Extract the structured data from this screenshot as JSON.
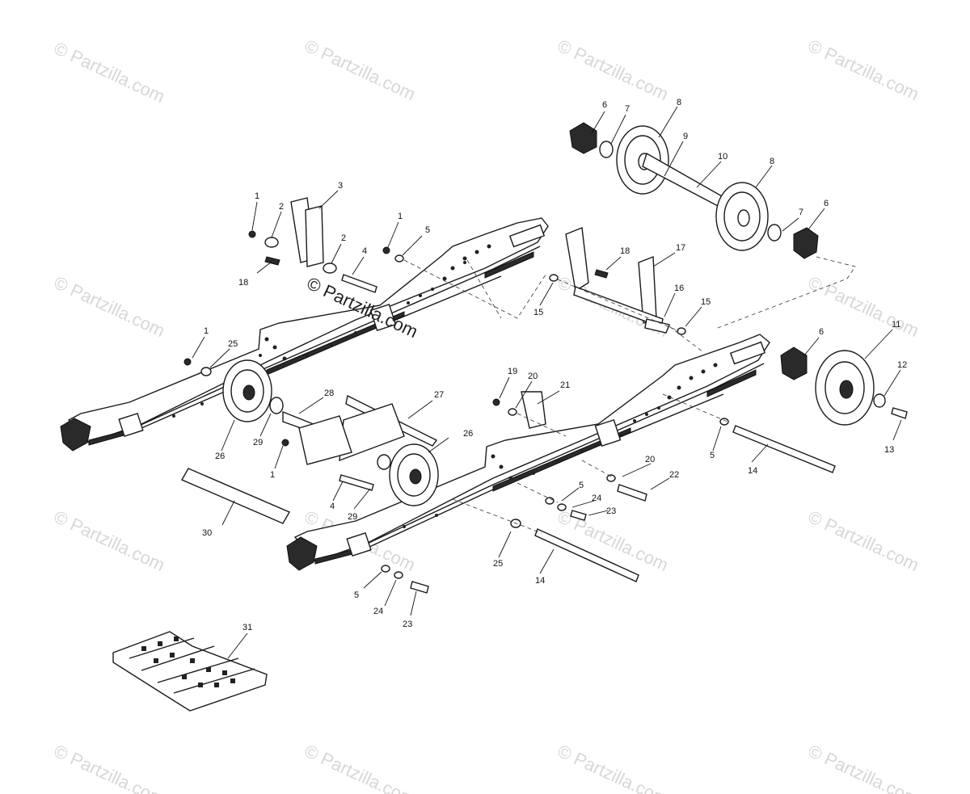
{
  "watermarks": {
    "faint": "© Partzilla.com",
    "prominent": "© Partzilla.com"
  },
  "callouts": [
    {
      "id": "c1a",
      "text": "1"
    },
    {
      "id": "c2a",
      "text": "2"
    },
    {
      "id": "c3",
      "text": "3"
    },
    {
      "id": "c18a",
      "text": "18"
    },
    {
      "id": "c2b",
      "text": "2"
    },
    {
      "id": "c4a",
      "text": "4"
    },
    {
      "id": "c1b",
      "text": "1"
    },
    {
      "id": "c5a",
      "text": "5"
    },
    {
      "id": "c6a",
      "text": "6"
    },
    {
      "id": "c7a",
      "text": "7"
    },
    {
      "id": "c8a",
      "text": "8"
    },
    {
      "id": "c9",
      "text": "9"
    },
    {
      "id": "c10",
      "text": "10"
    },
    {
      "id": "c8b",
      "text": "8"
    },
    {
      "id": "c7b",
      "text": "7"
    },
    {
      "id": "c6b",
      "text": "6"
    },
    {
      "id": "c18b",
      "text": "18"
    },
    {
      "id": "c17",
      "text": "17"
    },
    {
      "id": "c16",
      "text": "16"
    },
    {
      "id": "c15a",
      "text": "15"
    },
    {
      "id": "c15b",
      "text": "15"
    },
    {
      "id": "c1c",
      "text": "1"
    },
    {
      "id": "c25a",
      "text": "25"
    },
    {
      "id": "c6c",
      "text": "6"
    },
    {
      "id": "c11",
      "text": "11"
    },
    {
      "id": "c12",
      "text": "12"
    },
    {
      "id": "c13",
      "text": "13"
    },
    {
      "id": "c19",
      "text": "19"
    },
    {
      "id": "c20a",
      "text": "20"
    },
    {
      "id": "c21",
      "text": "21"
    },
    {
      "id": "c28",
      "text": "28"
    },
    {
      "id": "c27",
      "text": "27"
    },
    {
      "id": "c29a",
      "text": "29"
    },
    {
      "id": "c26a",
      "text": "26"
    },
    {
      "id": "c26b",
      "text": "26"
    },
    {
      "id": "c1d",
      "text": "1"
    },
    {
      "id": "c5b",
      "text": "5"
    },
    {
      "id": "c14a",
      "text": "14"
    },
    {
      "id": "c20b",
      "text": "20"
    },
    {
      "id": "c22",
      "text": "22"
    },
    {
      "id": "c4b",
      "text": "4"
    },
    {
      "id": "c29b",
      "text": "29"
    },
    {
      "id": "c5c",
      "text": "5"
    },
    {
      "id": "c24a",
      "text": "24"
    },
    {
      "id": "c23a",
      "text": "23"
    },
    {
      "id": "c30",
      "text": "30"
    },
    {
      "id": "c25b",
      "text": "25"
    },
    {
      "id": "c14b",
      "text": "14"
    },
    {
      "id": "c5d",
      "text": "5"
    },
    {
      "id": "c24b",
      "text": "24"
    },
    {
      "id": "c23b",
      "text": "23"
    },
    {
      "id": "c31",
      "text": "31"
    }
  ]
}
